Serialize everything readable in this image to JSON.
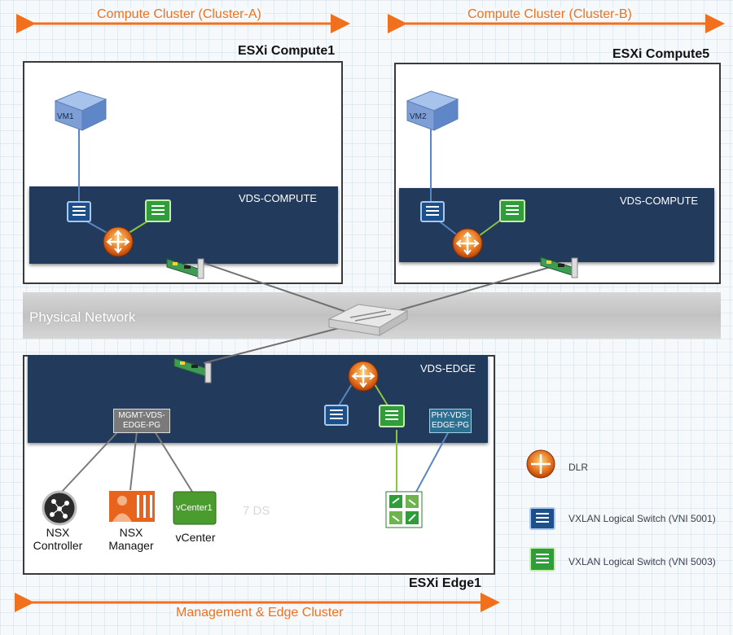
{
  "clusters": {
    "a_label": "Compute Cluster (Cluster-A)",
    "b_label": "Compute Cluster (Cluster-B)",
    "mgmt_label": "Management & Edge Cluster"
  },
  "hosts": {
    "compute1": {
      "title": "ESXi Compute1",
      "vds": "VDS-COMPUTE",
      "vm": "VM1"
    },
    "compute5": {
      "title": "ESXi Compute5",
      "vds": "VDS-COMPUTE",
      "vm": "VM2"
    },
    "edge1": {
      "title": "ESXi Edge1",
      "vds": "VDS-EDGE"
    }
  },
  "physical_network": "Physical Network",
  "port_groups": {
    "mgmt": "MGMT-VDS-EDGE-PG",
    "phy": "PHY-VDS-EDGE-PG"
  },
  "nodes": {
    "nsx_controller": "NSX Controller",
    "nsx_manager": "NSX Manager",
    "vcenter": "vCenter",
    "vcenter_badge": "vCenter1",
    "ghost_text": "7 DS"
  },
  "legend": {
    "dlr": "DLR",
    "blue_switch": "VXLAN Logical Switch (VNI 5001)",
    "green_switch": "VXLAN Logical Switch (VNI 5003)"
  },
  "colors": {
    "accent_orange": "#f0701e",
    "vds_blue": "#223a5c",
    "link_blue": "#5a86c0",
    "link_green": "#8cc63f",
    "link_gray": "#7a7a7a"
  }
}
